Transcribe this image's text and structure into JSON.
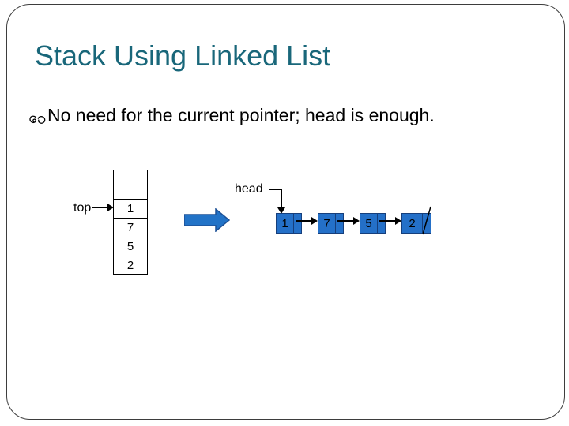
{
  "slide": {
    "title": "Stack Using Linked List",
    "bullet_text": "No need for the current pointer; head is enough."
  },
  "colors": {
    "title_text": "#19677a",
    "node_fill": "#2470c8",
    "node_border": "#163f7c",
    "arrow_fill": "#2273c7",
    "arrow_border": "#1c5096",
    "diagram_line": "#000000"
  },
  "stack_diagram": {
    "pointer_label": "top",
    "cells": [
      "1",
      "7",
      "5",
      "2"
    ]
  },
  "linked_list_diagram": {
    "pointer_label": "head",
    "nodes": [
      {
        "value": "1"
      },
      {
        "value": "7"
      },
      {
        "value": "5"
      },
      {
        "value": "2"
      }
    ],
    "terminator": "null-slash"
  }
}
